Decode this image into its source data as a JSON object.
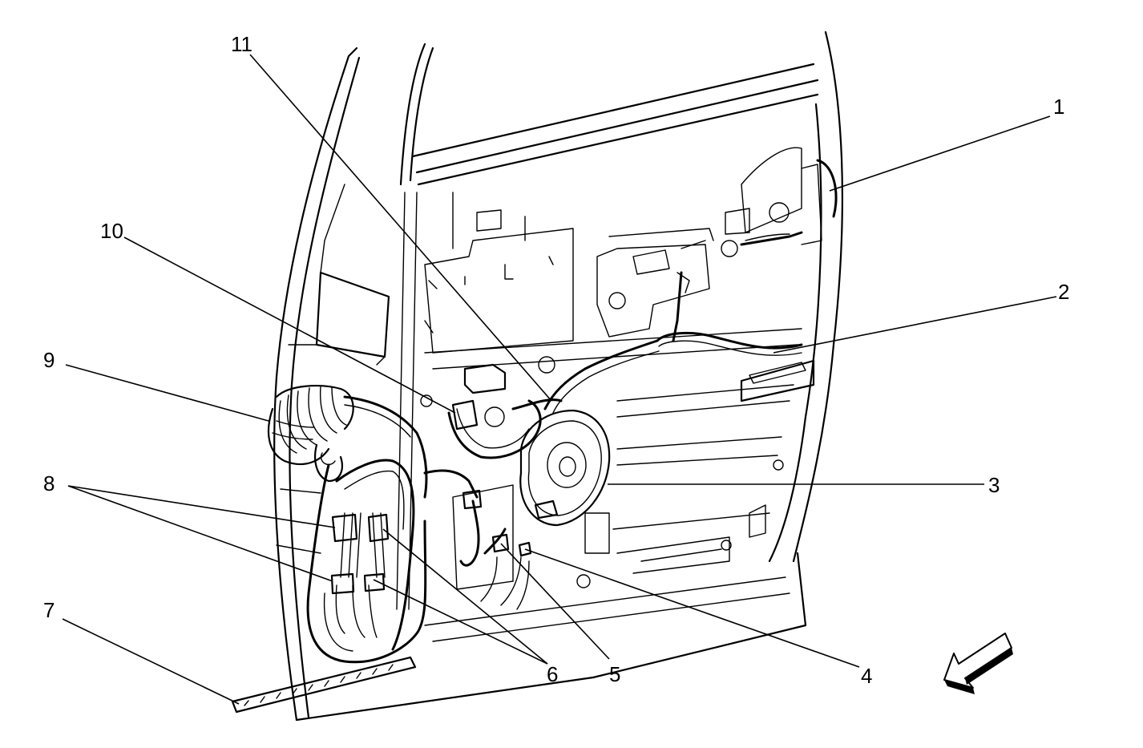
{
  "callouts": [
    {
      "id": "1",
      "text": "1"
    },
    {
      "id": "2",
      "text": "2"
    },
    {
      "id": "3",
      "text": "3"
    },
    {
      "id": "4",
      "text": "4"
    },
    {
      "id": "5",
      "text": "5"
    },
    {
      "id": "6",
      "text": "6"
    },
    {
      "id": "7",
      "text": "7"
    },
    {
      "id": "8",
      "text": "8"
    },
    {
      "id": "9",
      "text": "9"
    },
    {
      "id": "10",
      "text": "10"
    },
    {
      "id": "11",
      "text": "11"
    }
  ],
  "icons": {
    "view_arrow": "view-direction-arrow-icon"
  },
  "colors": {
    "line": "#000000",
    "background": "#ffffff"
  }
}
